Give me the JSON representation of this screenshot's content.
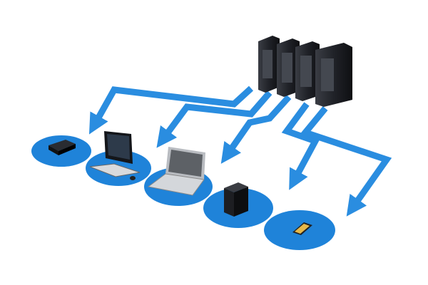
{
  "colors": {
    "disc": "#1f83d9",
    "disc_edge": "#145fa8",
    "arrow": "#2a8de0",
    "arrow_edge": "#176bb8",
    "device_dark": "#1b1d22",
    "device_silver": "#c9ccd1"
  },
  "nodes": [
    "router",
    "desktop",
    "laptop",
    "tower",
    "phone"
  ]
}
